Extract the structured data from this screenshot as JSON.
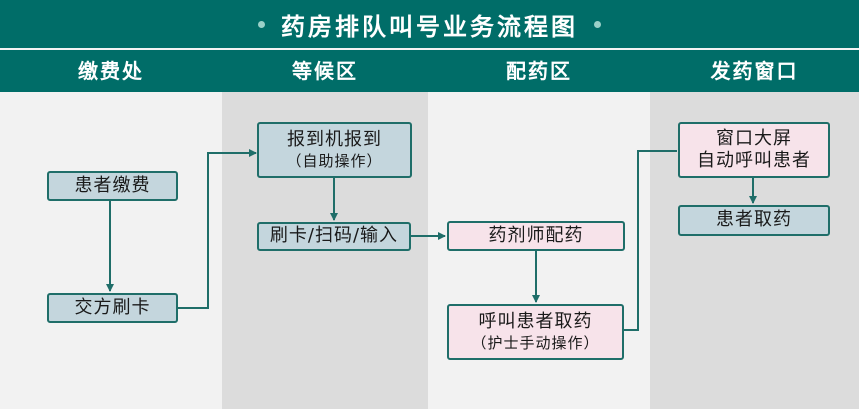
{
  "title": "药房排队叫号业务流程图",
  "columns": [
    {
      "label": "缴费处"
    },
    {
      "label": "等候区"
    },
    {
      "label": "配药区"
    },
    {
      "label": "发药窗口"
    }
  ],
  "nodes": {
    "pay": {
      "label": "患者缴费"
    },
    "card": {
      "label": "交方刷卡"
    },
    "checkin": {
      "label": "报到机报到",
      "sub": "（自助操作）"
    },
    "scan": {
      "label": "刷卡/扫码/输入"
    },
    "dispense": {
      "label": "药剂师配药"
    },
    "call": {
      "label": "呼叫患者取药",
      "sub": "（护士手动操作）"
    },
    "screen": {
      "label": "窗口大屏",
      "sub": "自动呼叫患者"
    },
    "pickup": {
      "label": "患者取药"
    }
  },
  "edges": [
    {
      "from": "pay",
      "to": "card"
    },
    {
      "from": "card",
      "to": "checkin"
    },
    {
      "from": "checkin",
      "to": "scan"
    },
    {
      "from": "scan",
      "to": "dispense"
    },
    {
      "from": "dispense",
      "to": "call"
    },
    {
      "from": "call",
      "to": "screen"
    },
    {
      "from": "screen",
      "to": "pickup"
    }
  ],
  "colors": {
    "header": "#006d68",
    "lane_light": "#f2f2f2",
    "lane_dark": "#dcdcdc",
    "box_blue": "#c4d6dd",
    "box_pink": "#f7e3ea",
    "line": "#1f6e69"
  }
}
